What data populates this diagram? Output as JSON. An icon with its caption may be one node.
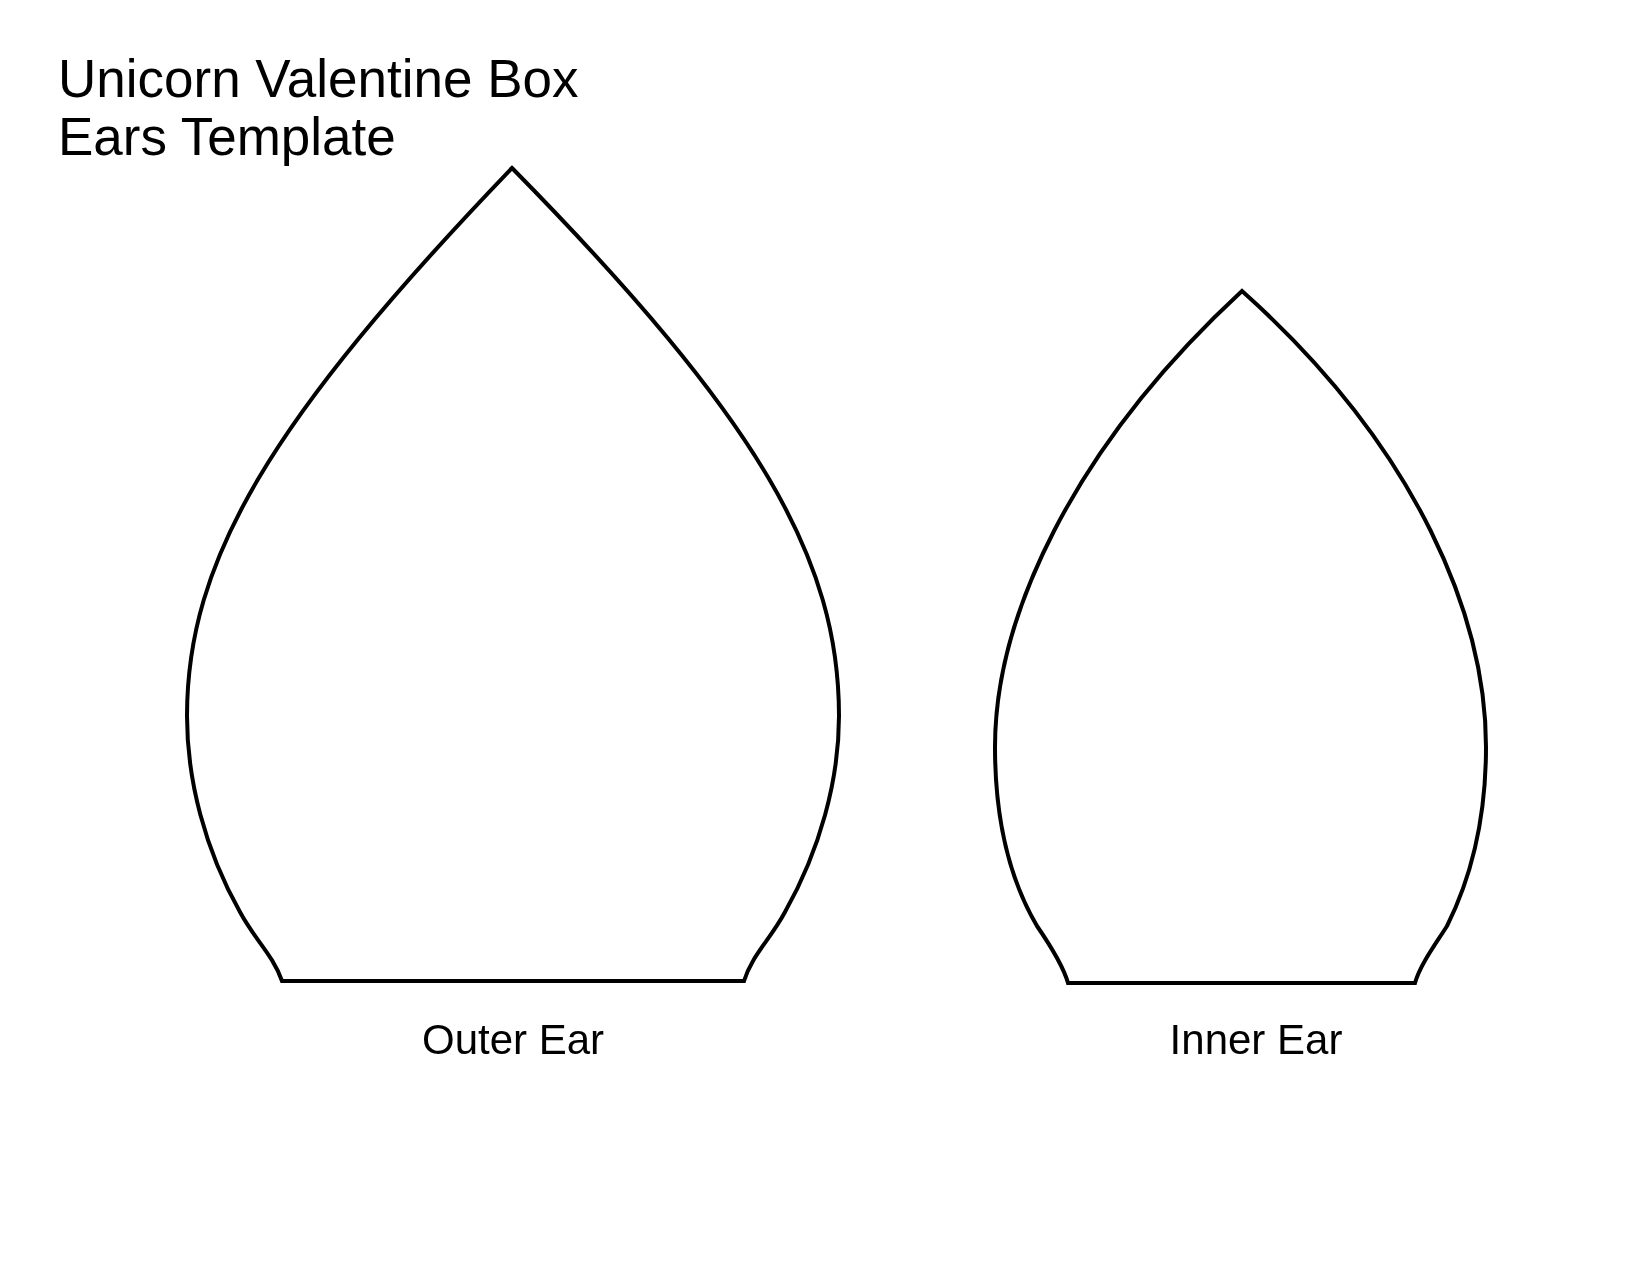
{
  "diagram": {
    "title": "Unicorn Valentine Box Ears Template",
    "nodes": [
      {
        "text": [],
        "shape": "drop",
        "beside": [
          "Outer Ear"
        ]
      },
      {
        "text": [],
        "shape": "drop",
        "beside": [
          "Inner Ear"
        ]
      }
    ]
  }
}
